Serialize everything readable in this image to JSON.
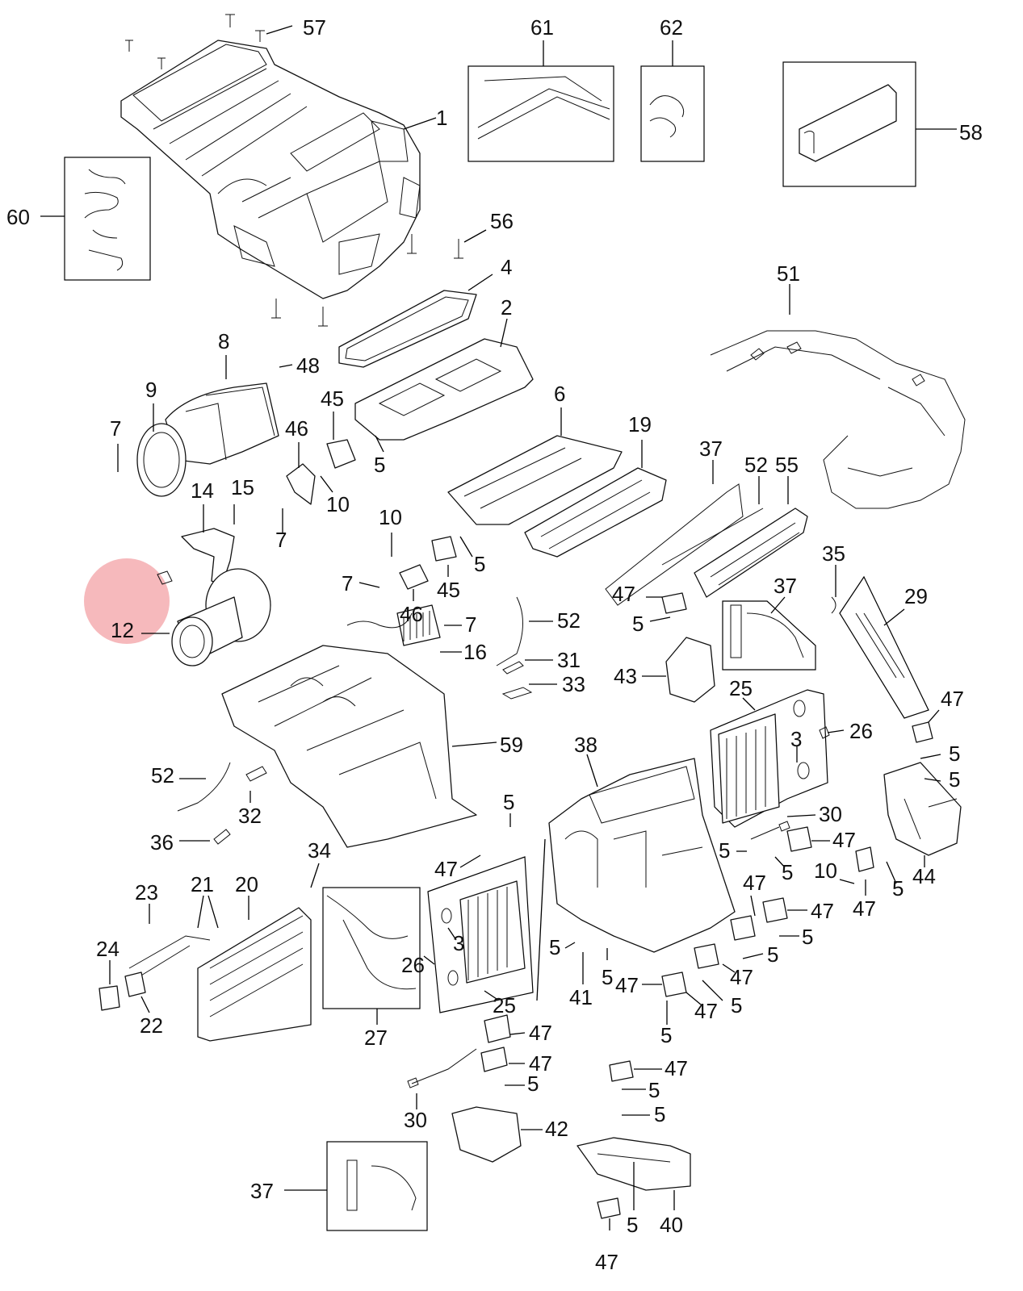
{
  "labels": [
    "1",
    "2",
    "3",
    "4",
    "5",
    "6",
    "7",
    "8",
    "9",
    "10",
    "12",
    "14",
    "15",
    "16",
    "19",
    "20",
    "21",
    "22",
    "23",
    "24",
    "25",
    "26",
    "27",
    "29",
    "30",
    "31",
    "32",
    "33",
    "34",
    "35",
    "36",
    "37",
    "38",
    "40",
    "41",
    "42",
    "43",
    "44",
    "45",
    "46",
    "47",
    "48",
    "51",
    "52",
    "55",
    "56",
    "57",
    "58",
    "59",
    "60",
    "61",
    "62"
  ],
  "highlight": {
    "label": "12",
    "color": "#f08a8f"
  }
}
